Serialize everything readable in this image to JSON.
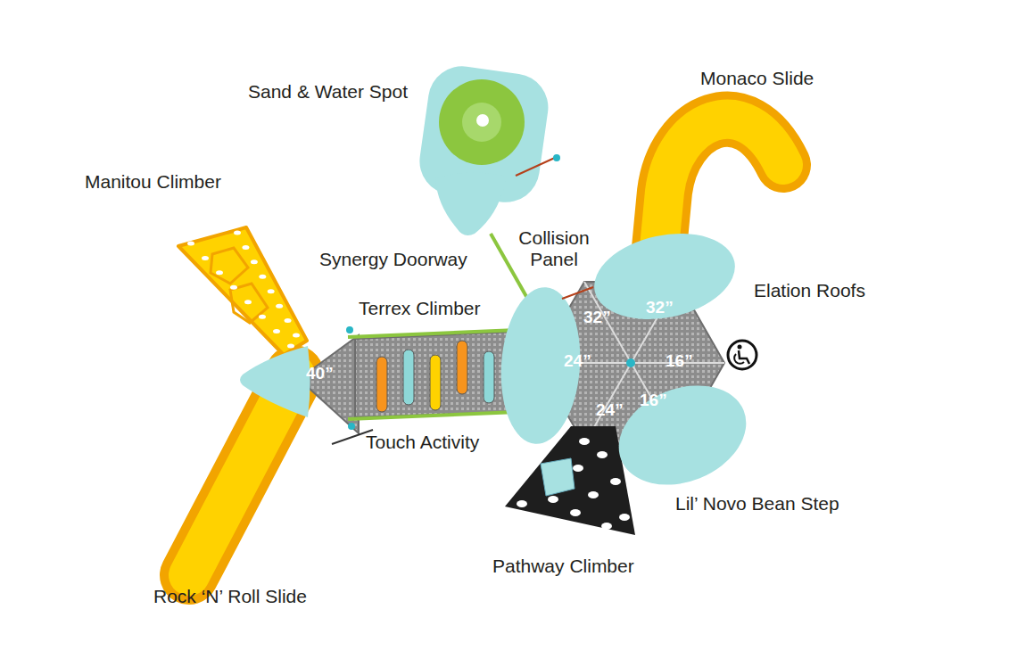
{
  "diagram": {
    "labels": [
      "Sand & Water Spot",
      "Monaco Slide",
      "Manitou Climber",
      "Collision Panel",
      "Synergy Doorway",
      "Elation Roofs",
      "Terrex Climber",
      "32”",
      "32”",
      "40”",
      "24”",
      "16”",
      "24”",
      "16”",
      "Touch Activity",
      "Lil’ Novo Bean Step",
      "Pathway Climber",
      "Rock ‘N’ Roll Slide"
    ]
  }
}
